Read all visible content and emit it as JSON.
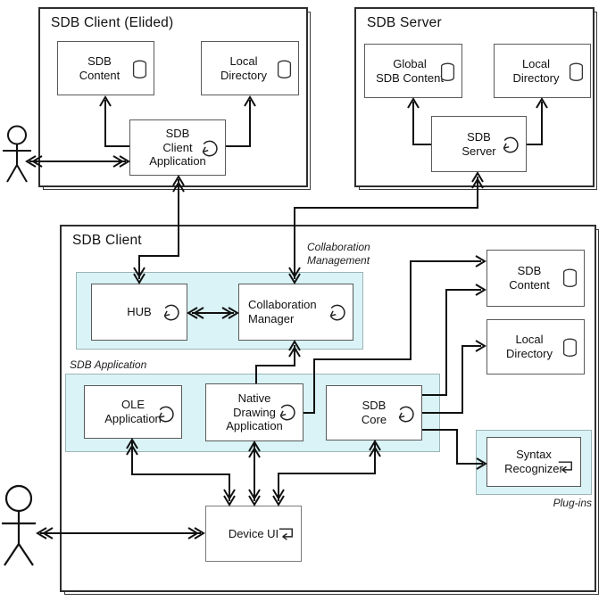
{
  "colors": {
    "panel_fill": "#d9f3f6",
    "box_fill": "#ffffff",
    "outer_border": "#2e2e2e",
    "node_border": "#5a5a5a",
    "arrow": "#111111"
  },
  "top_left": {
    "title": "SDB Client (Elided)",
    "nodes": {
      "sdb_content": "SDB\nContent",
      "local_directory": "Local\nDirectory",
      "client_application": "SDB\nClient\nApplication"
    }
  },
  "top_right": {
    "title": "SDB Server",
    "nodes": {
      "global_sdb_content": "Global\nSDB Content",
      "local_directory": "Local\nDirectory",
      "sdb_server": "SDB\nServer"
    }
  },
  "main": {
    "title": "SDB Client",
    "collab_label": "Collaboration\nManagement",
    "sdb_app_label": "SDB Application",
    "plugins_label": "Plug-ins",
    "nodes": {
      "hub": "HUB",
      "collab_manager": "Collaboration\nManager",
      "ole_application": "OLE\nApplication",
      "native_drawing": "Native\nDrawing\nApplication",
      "sdb_core": "SDB\nCore",
      "sdb_content": "SDB\nContent",
      "local_directory": "Local\nDirectory",
      "syntax_recognizer": "Syntax\nRecognizer",
      "device_ui": "Device UI"
    }
  }
}
